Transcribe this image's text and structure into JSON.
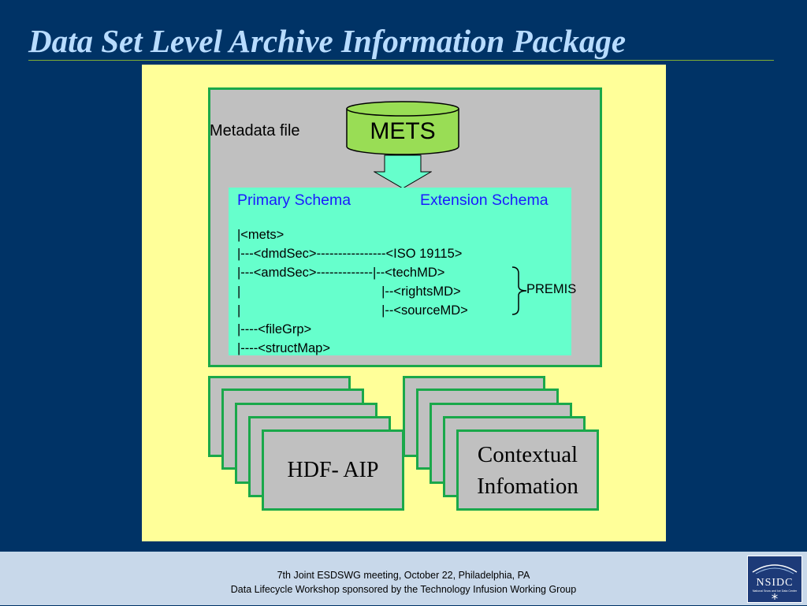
{
  "slide": {
    "title": "Data Set Level Archive Information Package"
  },
  "diagram": {
    "metadata_label": "Metadata file",
    "mets_label": "METS",
    "schema_headers": [
      "Primary Schema",
      "Extension Schema"
    ],
    "tree_lines": [
      "|<mets>",
      "|---<dmdSec>----------------<ISO 19115>",
      "|---<amdSec>-------------|--<techMD>",
      "|                                       |--<rightsMD>",
      "|                                       |--<sourceMD>",
      "|----<fileGrp>",
      "|----<structMap>"
    ],
    "premis_label": "PREMIS",
    "hdf_label": "HDF- AIP",
    "contextual_label_line1": "Contextual",
    "contextual_label_line2": "Infomation"
  },
  "footer": {
    "line1": "7th Joint ESDSWG meeting, October 22, Philadelphia, PA",
    "line2": "Data Lifecycle Workshop sponsored by the Technology Infusion Working Group",
    "logo_text": "NSIDC",
    "logo_subtext": "National Snow and Ice Data Center"
  },
  "colors": {
    "background": "#003366",
    "title": "#b8dcff",
    "panel": "#ffff99",
    "box_gray": "#c0c0c0",
    "box_border": "#1aa84a",
    "mets_fill": "#99dd55",
    "schema_fill": "#66ffcc",
    "schema_header": "#1a1aff",
    "footer": "#c8d8ea"
  }
}
